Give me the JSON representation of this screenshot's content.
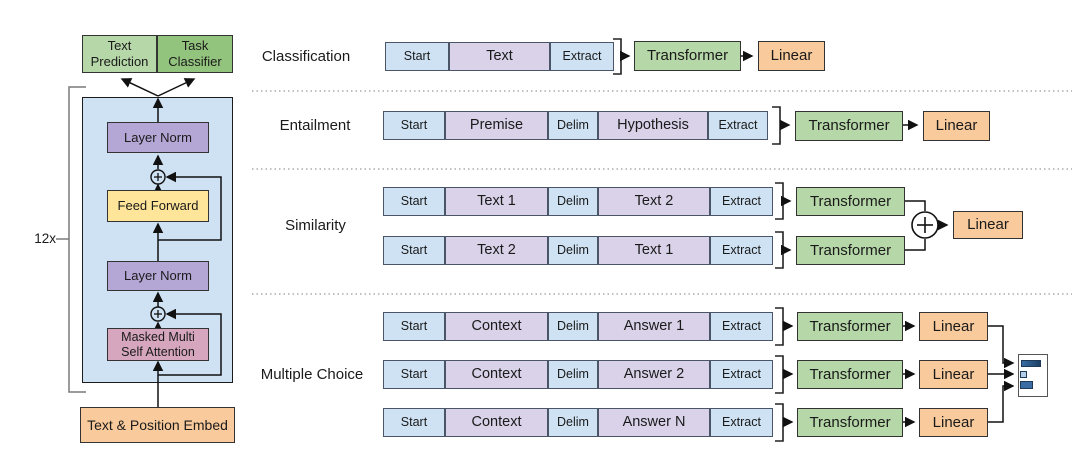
{
  "common": {
    "transformer_label": "Transformer",
    "linear_label": "Linear"
  },
  "left_diagram": {
    "repeat_label": "12x",
    "heads": [
      {
        "label": "Text Prediction"
      },
      {
        "label": "Task Classifier"
      }
    ],
    "blocks": [
      {
        "label": "Layer Norm"
      },
      {
        "label": "Feed Forward"
      },
      {
        "label": "Layer Norm"
      },
      {
        "label": "Masked Multi Self Attention"
      }
    ],
    "embed_label": "Text & Position Embed"
  },
  "tasks": [
    {
      "label": "Classification",
      "rows": [
        [
          "Start",
          "Text",
          "Extract"
        ]
      ]
    },
    {
      "label": "Entailment",
      "rows": [
        [
          "Start",
          "Premise",
          "Delim",
          "Hypothesis",
          "Extract"
        ]
      ]
    },
    {
      "label": "Similarity",
      "rows": [
        [
          "Start",
          "Text 1",
          "Delim",
          "Text 2",
          "Extract"
        ],
        [
          "Start",
          "Text 2",
          "Delim",
          "Text 1",
          "Extract"
        ]
      ]
    },
    {
      "label": "Multiple Choice",
      "rows": [
        [
          "Start",
          "Context",
          "Delim",
          "Answer 1",
          "Extract"
        ],
        [
          "Start",
          "Context",
          "Delim",
          "Answer 2",
          "Extract"
        ],
        [
          "Start",
          "Context",
          "Delim",
          "Answer N",
          "Extract"
        ]
      ]
    }
  ],
  "answer_distribution": {
    "bar_fractions": [
      0.72,
      0.18,
      0.45
    ]
  },
  "colors": {
    "token_blue": "#cfe2f3",
    "token_purple": "#d9d2e9",
    "transformer_green": "#b6d7a8",
    "linear_orange": "#f9cb9c",
    "layer_norm_purple": "#b4a7d6",
    "feed_forward_yellow": "#ffe599",
    "attention_pink": "#d5a6bd",
    "text_prediction_green": "#b6d7a8",
    "task_classifier_green": "#93c47d",
    "bar_dark_blue": "#1c4066",
    "bar_mid_blue": "#3a6da3",
    "bar_light_blue": "#b3cde6"
  }
}
